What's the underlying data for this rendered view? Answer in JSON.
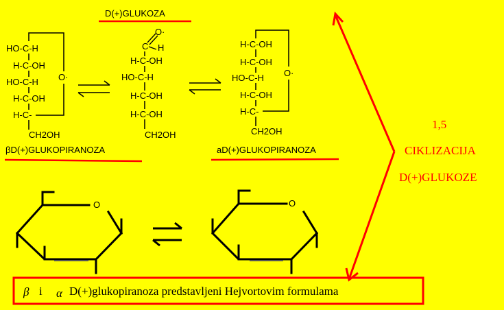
{
  "titles": {
    "open": "D(+)GLUKOZA",
    "beta": "βD(+)GLUKOPIRANOZA",
    "alpha": "aD(+)GLUKOPIRANOZA"
  },
  "beta_chain": [
    "HO-C-H",
    "H-C-OH",
    "HO-C-H",
    "H-C-OH",
    "H-C-",
    "CH2OH"
  ],
  "open_chain": [
    "O",
    "C",
    "H",
    "H-C-OH",
    "HO-C-H",
    "H-C-OH",
    "H-C-OH",
    "CH2OH"
  ],
  "alpha_chain": [
    "H-C-OH",
    "H-C-OH",
    "HO-C-H",
    "H-C-OH",
    "H-C-",
    "CH2OH"
  ],
  "ring_oxygen": "O",
  "side": {
    "line1": "1,5",
    "line2": "CIKLIZACIJA",
    "line3": "D(+)GLUKOZE"
  },
  "bottom": {
    "beta": "β",
    "i": "i",
    "alpha": "α",
    "text": "D(+)glukopiranoza predstavljeni Hejvortovim  formulama"
  },
  "colors": {
    "background": "#ffff00",
    "accent": "#ff0000",
    "ink": "#000000"
  }
}
